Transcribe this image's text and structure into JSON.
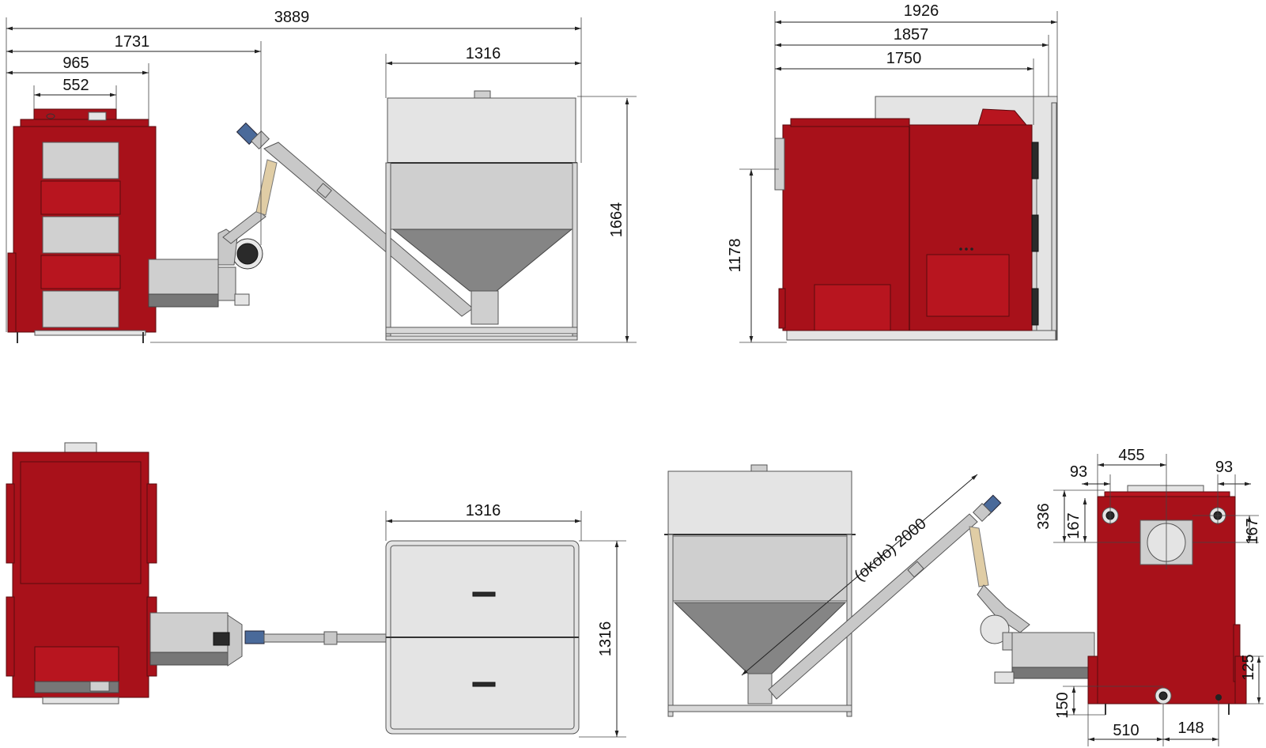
{
  "dimensions": {
    "front_view": {
      "total_length": "3889",
      "boiler_to_feeder": "1731",
      "boiler_width": "965",
      "top_panel": "552",
      "hopper_width": "1316",
      "height": "1664"
    },
    "side_view": {
      "depth_1": "1926",
      "depth_2": "1857",
      "depth_3": "1750",
      "flue_height": "1178"
    },
    "top_view": {
      "hopper_width": "1316",
      "hopper_depth": "1316"
    },
    "rear_view": {
      "auger_length": "(około) 2000",
      "flue_width": "455",
      "left_offset": "93",
      "right_offset": "93",
      "height_336": "336",
      "left_167": "167",
      "right_167": "167",
      "bottom_125": "125",
      "bottom_150": "150",
      "bottom_510": "510",
      "bottom_148": "148"
    }
  }
}
